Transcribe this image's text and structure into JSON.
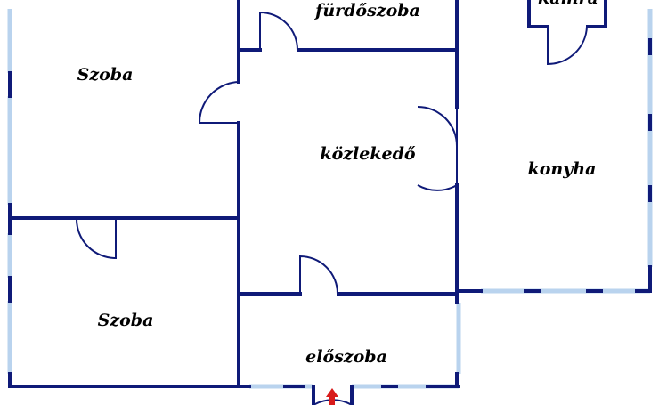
{
  "floorplan": {
    "rooms": [
      {
        "key": "szoba_1",
        "label": "Szoba"
      },
      {
        "key": "furdoszoba",
        "label": "fürdőszoba"
      },
      {
        "key": "kamra",
        "label": "kamra"
      },
      {
        "key": "kozlekedo",
        "label": "közlekedő"
      },
      {
        "key": "konyha",
        "label": "konyha"
      },
      {
        "key": "szoba_2",
        "label": "Szoba"
      },
      {
        "key": "eloszoba",
        "label": "előszoba"
      }
    ],
    "entrance": {
      "icon": "entrance-arrow-icon"
    }
  },
  "colors": {
    "wall": "#0f1a78",
    "window": "#b9d3ee",
    "door_arc": "#0f1a78",
    "entrance_arrow": "#d81b1b",
    "background": "#ffffff"
  }
}
